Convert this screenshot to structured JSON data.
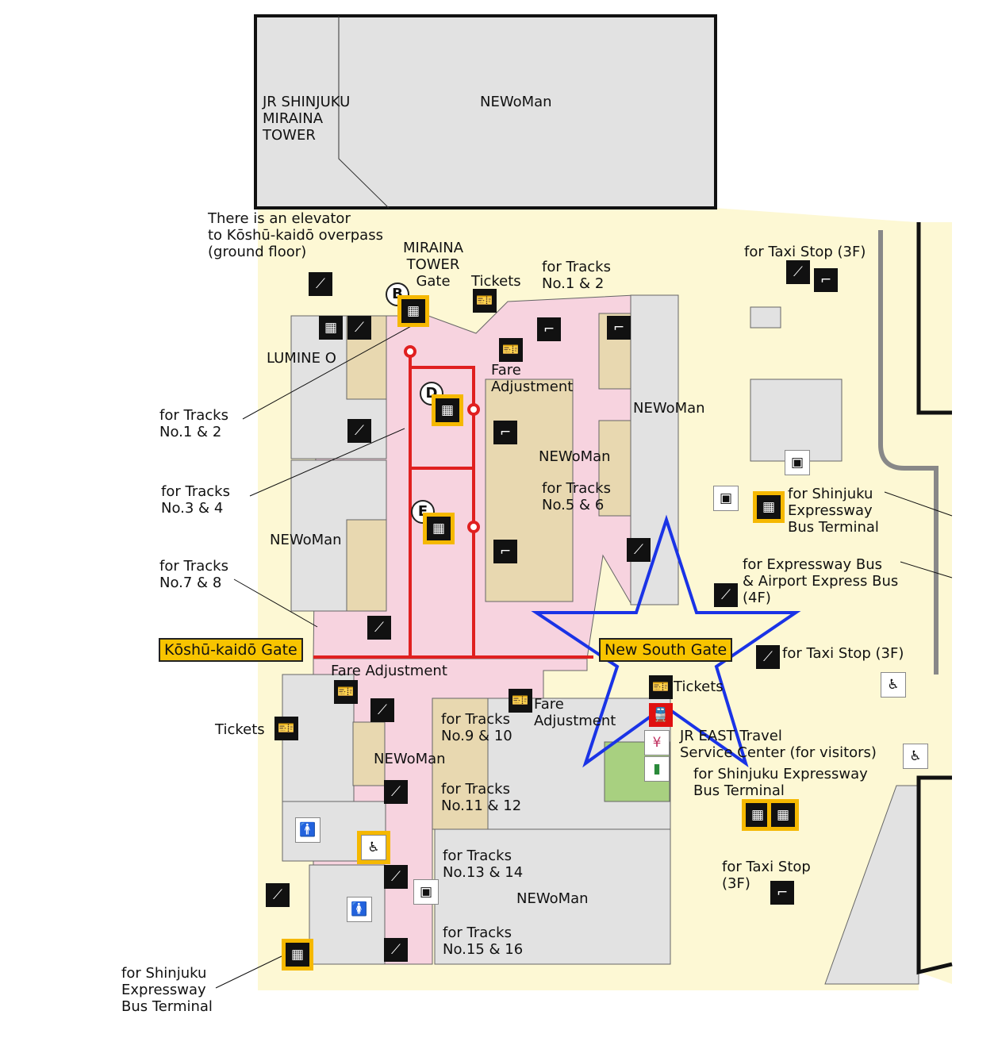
{
  "map": {
    "labels": [
      "JR SHINJUKU\nMIRAINA\nTOWER",
      "NEWoMan",
      "There is an elevator\nto Kōshū-kaidō overpass\n(ground floor)",
      "MIRAINA\nTOWER\nGate",
      "Tickets",
      "for Tracks\nNo.1 & 2",
      "LUMINE O",
      "Fare\nAdjustment",
      "for Tracks\nNo.1 & 2",
      "NEWoMan",
      "NEWoMan",
      "for Tracks\nNo.3 & 4",
      "for Tracks\nNo.5 & 6",
      "NEWoMan",
      "for Tracks\nNo.7 & 8",
      "Fare Adjustment",
      "Tickets",
      "Fare\nAdjustment",
      "Tickets",
      "for Tracks\nNo.9 & 10",
      "NEWoMan",
      "JR EAST Travel\nService Center (for visitors)",
      "for Shinjuku Expressway\nBus Terminal",
      "for Tracks\nNo.11 & 12",
      "for Tracks\nNo.13 & 14",
      "NEWoMan",
      "for Taxi Stop\n(3F)",
      "for Tracks\nNo.15 & 16",
      "for Shinjuku\nExpressway\nBus Terminal",
      "for Taxi Stop (3F)",
      "for Shinjuku\nExpressway\nBus Terminal",
      "for Expressway Bus\n& Airport Express Bus\n (4F)",
      "for Taxi Stop (3F)"
    ],
    "gates": {
      "koshu": "Kōshū-kaidō Gate",
      "new_south": "New South Gate"
    },
    "elevator_letters": [
      "B",
      "D",
      "E"
    ],
    "colors": {
      "concourse": "#f7d3df",
      "area": "#fdf8d4",
      "shop": "#e2e2e2",
      "tan": "#e8d8b0",
      "route": "#e02020",
      "gate": "#f8c400",
      "marker": "#1a33e6",
      "travel_center": "#a8d080"
    },
    "marker": "star-outline"
  }
}
